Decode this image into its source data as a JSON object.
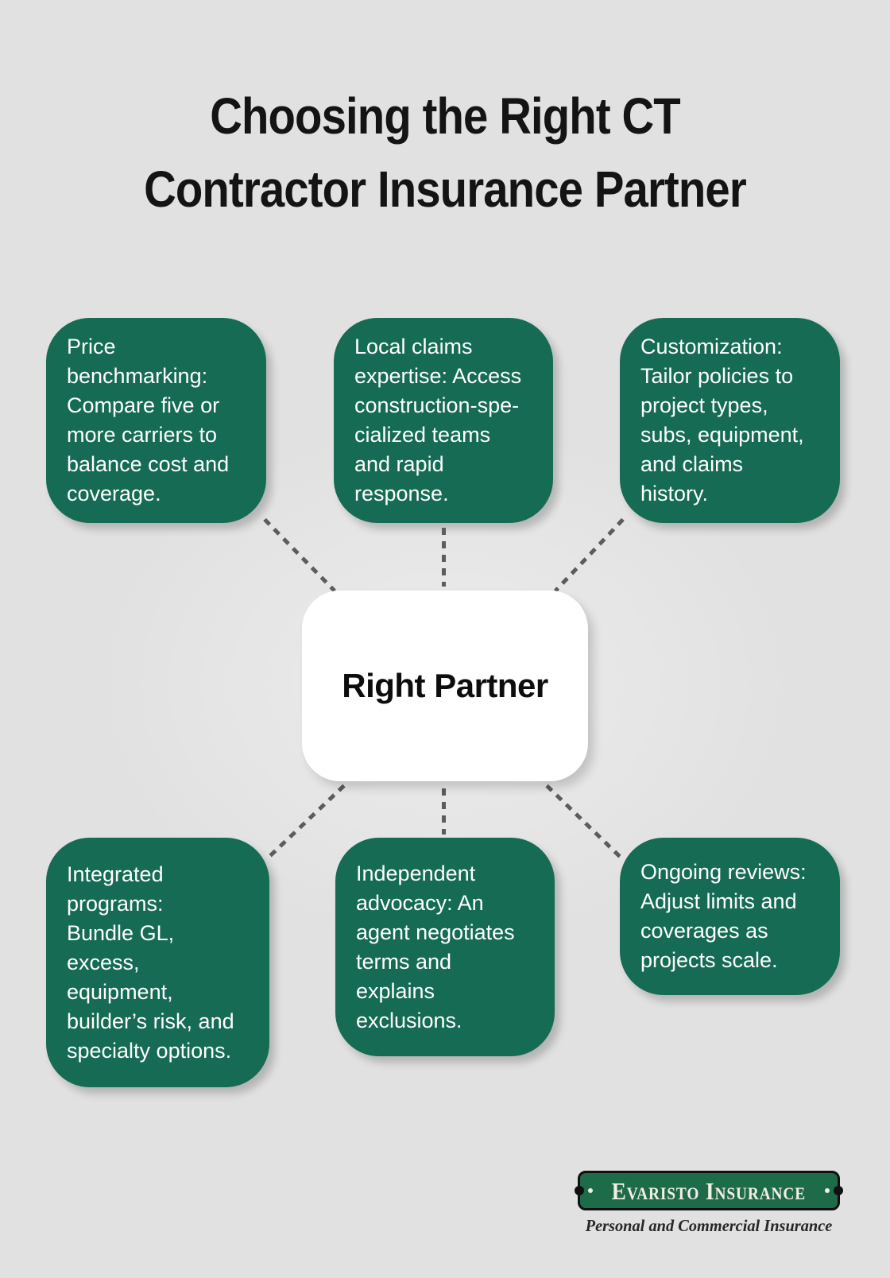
{
  "title": {
    "line1": "Choosing the Right CT",
    "line2": "Contractor Insurance Partner"
  },
  "center": {
    "label": "Right Partner"
  },
  "nodes": [
    {
      "id": "price-benchmarking",
      "text": "Price\nbenchmarking:\nCompare five or\nmore carriers to\nbalance cost and\ncoverage."
    },
    {
      "id": "local-claims",
      "text": "Local claims\nexpertise: Access\nconstruction-spe-\ncialized teams\nand rapid\nresponse."
    },
    {
      "id": "customization",
      "text": "Customization:\nTailor policies to\nproject types,\nsubs, equipment,\nand claims\nhistory."
    },
    {
      "id": "integrated-programs",
      "text": "Integrated\nprograms:\nBundle GL,\nexcess,\nequipment,\nbuilder’s risk, and\nspecialty options."
    },
    {
      "id": "independent-advocacy",
      "text": "Independent\nadvocacy: An\nagent negotiates\nterms and\nexplains\nexclusions."
    },
    {
      "id": "ongoing-reviews",
      "text": "Ongoing reviews:\nAdjust limits and\ncoverages as\nprojects scale."
    }
  ],
  "logo": {
    "name": "Evaristo Insurance",
    "tagline": "Personal and Commercial Insurance"
  },
  "colors": {
    "background": "#e0e1e0",
    "card_green": "#156b53",
    "logo_green": "#1e6b4a",
    "dash_gray": "#5c5c5c",
    "card_text": "#ffffff",
    "title_text": "#141414"
  }
}
